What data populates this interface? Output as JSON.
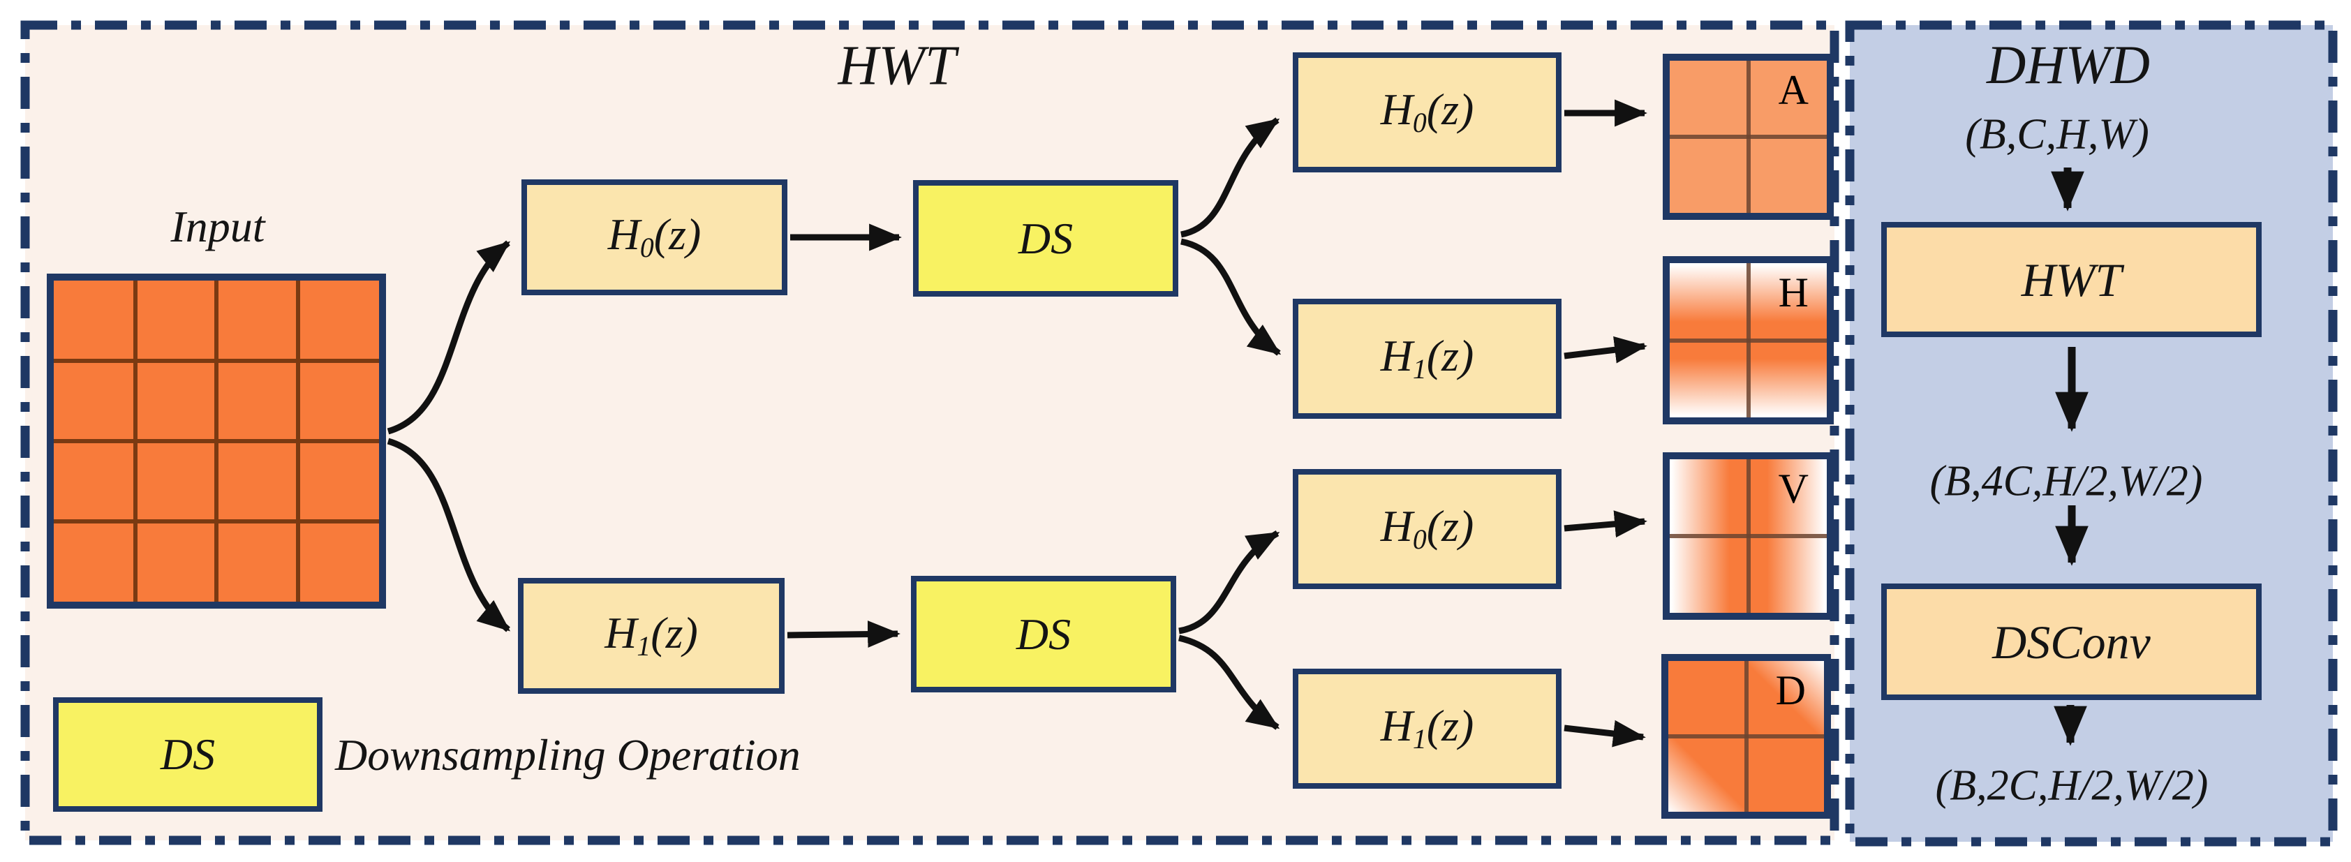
{
  "colors": {
    "navy": "#1f3864",
    "panel-bg": "#fbf1ea",
    "side-bg": "#c3cee5",
    "orange": "#f87b3b",
    "grid-line": "#7a3a12",
    "cream": "#fbe5ae",
    "yellow": "#f8f262",
    "peach": "#fcdca8",
    "salmon": "#f89c67"
  },
  "main_panel": {
    "title": "HWT",
    "input_label": "Input",
    "filter_h0": {
      "base": "H",
      "sub": "0",
      "rest": "(z)"
    },
    "filter_h1": {
      "base": "H",
      "sub": "1",
      "rest": "(z)"
    },
    "ds_label": "DS",
    "outputs": {
      "a": "A",
      "h": "H",
      "v": "V",
      "d": "D"
    },
    "legend": {
      "box_label": "DS",
      "description": "Downsampling Operation"
    }
  },
  "side_panel": {
    "title": "DHWD",
    "shape_in": "(B,C,H,W)",
    "hwt_box_label": "HWT",
    "shape_mid": "(B,4C,H/2,W/2)",
    "dsconv_box_label": "DSConv",
    "shape_out": "(B,2C,H/2,W/2)"
  }
}
